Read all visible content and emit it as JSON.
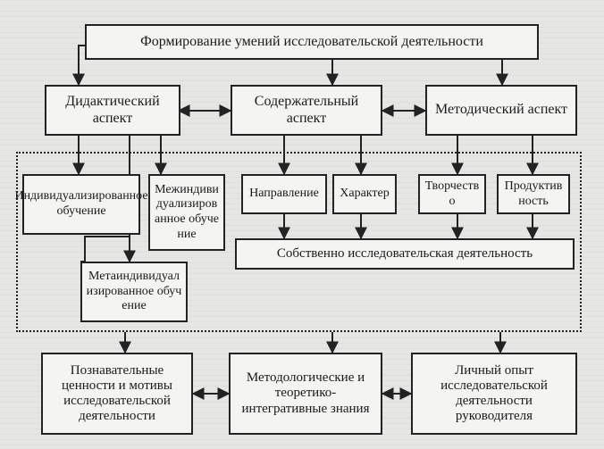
{
  "title": "Формирование умений исследовательской деятельности",
  "aspects": {
    "didactic": "Дидактический аспект",
    "content": "Содержательный аспект",
    "methodical": "Методический аспект"
  },
  "learning": {
    "individual": "Индивидуализированное обучение",
    "interindividual": "Межиндивидуализированное обучение",
    "metaindividual": "Метаиндивидуализированное обучение"
  },
  "features": {
    "direction": "Направление",
    "character": "Характер",
    "creativity": "Творчество",
    "productivity": "Продуктивность"
  },
  "own_research": "Собственно исследовательская деятельность",
  "outcomes": {
    "values": "Познавательные ценности и мотивы исследовательской деятельности",
    "knowledge": "Методологические и теоретико-интегративные знания",
    "experience": "Личный опыт исследовательской деятельности руководителя"
  }
}
